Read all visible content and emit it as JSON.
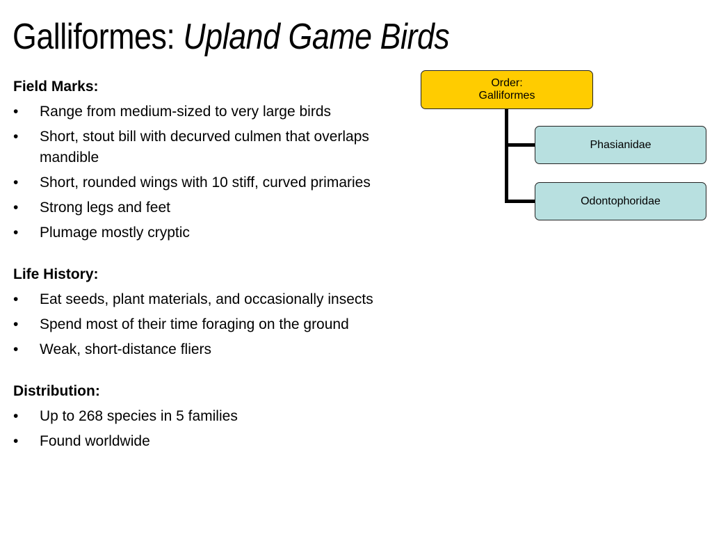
{
  "title": {
    "prefix": "Galliformes: ",
    "emphasis": "Upland Game Birds"
  },
  "sections": [
    {
      "heading": "Field Marks:",
      "bullets": [
        "Range from medium-sized to very large birds",
        "Short, stout bill with decurved culmen that overlaps mandible",
        "Short, rounded wings with 10 stiff, curved primaries",
        "Strong legs and feet",
        "Plumage mostly cryptic"
      ]
    },
    {
      "heading": "Life History:",
      "bullets": [
        "Eat seeds, plant materials, and occasionally insects",
        "Spend most of their time foraging on the ground",
        "Weak, short-distance fliers"
      ]
    },
    {
      "heading": "Distribution:",
      "bullets": [
        "Up to 268 species in 5 families",
        "Found worldwide"
      ]
    }
  ],
  "bullet_glyph": "•",
  "org_chart": {
    "root": {
      "line1": "Order:",
      "line2": "Galliformes",
      "color": "#ffcc00"
    },
    "children": [
      {
        "label": "Phasianidae",
        "color": "#b8e0e0"
      },
      {
        "label": "Odontophoridae",
        "color": "#b8e0e0"
      }
    ]
  }
}
